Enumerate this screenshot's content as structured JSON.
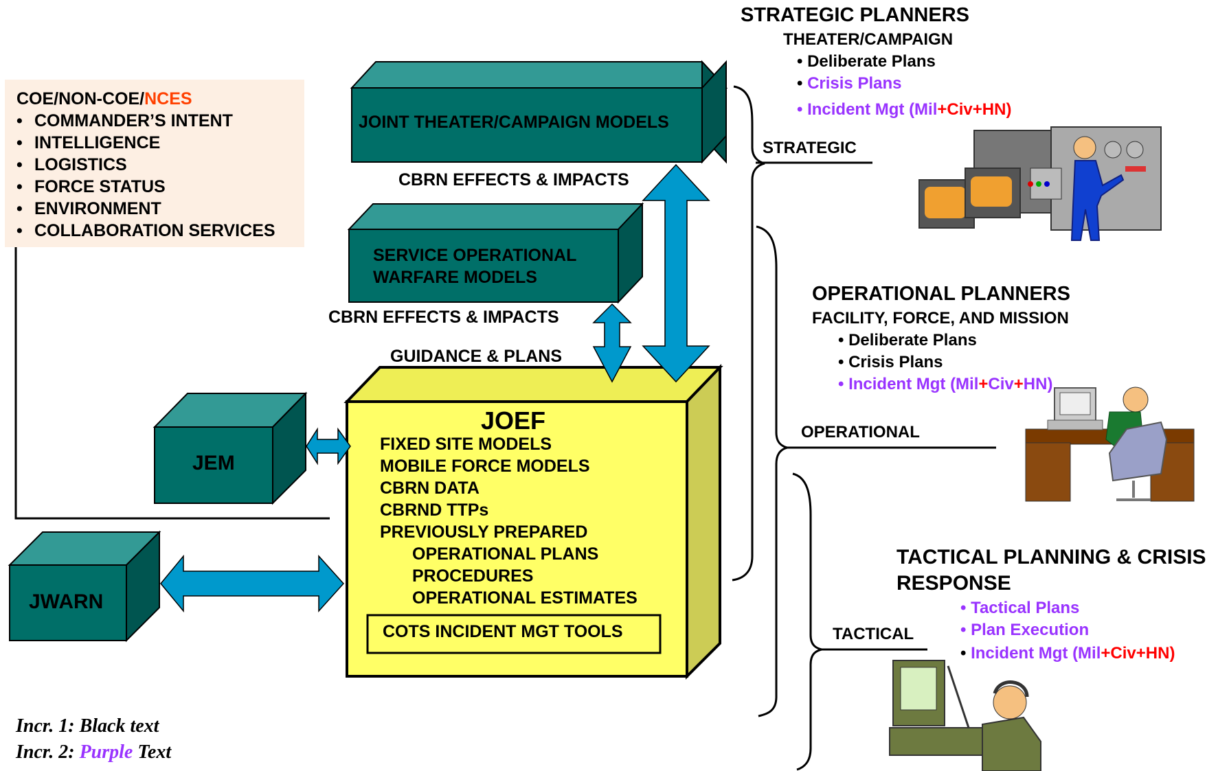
{
  "coe": {
    "title_black": "COE/NON-COE/",
    "title_red": "NCES",
    "items": [
      "COMMANDER’S INTENT",
      "INTELLIGENCE",
      "LOGISTICS",
      "FORCE STATUS",
      "ENVIRONMENT",
      "COLLABORATION SERVICES"
    ]
  },
  "boxes": {
    "joint": "JOINT THEATER/CAMPAIGN MODELS",
    "service_line1": "SERVICE OPERATIONAL",
    "service_line2": "WARFARE MODELS",
    "jem": "JEM",
    "jwarn": "JWARN"
  },
  "flows": {
    "cbrn_top": "CBRN EFFECTS & IMPACTS",
    "cbrn_mid": "CBRN EFFECTS & IMPACTS",
    "guidance": "GUIDANCE & PLANS"
  },
  "joef": {
    "title": "JOEF",
    "lines": [
      "FIXED SITE MODELS",
      "MOBILE FORCE MODELS",
      "CBRN DATA",
      "CBRND TTPs",
      "PREVIOUSLY PREPARED"
    ],
    "sub_lines": [
      "OPERATIONAL PLANS",
      "PROCEDURES",
      "OPERATIONAL ESTIMATES"
    ],
    "cots": "COTS INCIDENT MGT TOOLS"
  },
  "strategic": {
    "title": "STRATEGIC PLANNERS",
    "subtitle": "THEATER/CAMPAIGN",
    "items": [
      "Deliberate Plans",
      "Crisis Plans"
    ],
    "incident_purple": "Incident Mgt (Mil",
    "incident_plus1": "+",
    "incident_civ": "Civ",
    "incident_plus2": "+",
    "incident_hn": "HN)",
    "level_label": "STRATEGIC"
  },
  "operational": {
    "title": "OPERATIONAL PLANNERS",
    "subtitle": "FACILITY, FORCE, AND MISSION",
    "items": [
      "Deliberate Plans",
      "Crisis Plans"
    ],
    "incident_purple": "Incident Mgt (Mil",
    "incident_plus1": "+",
    "incident_civ": "Civ",
    "incident_plus2": "+",
    "incident_hn": "HN)",
    "level_label": "OPERATIONAL"
  },
  "tactical": {
    "title_line1": "TACTICAL PLANNING & CRISIS",
    "title_line2": "RESPONSE",
    "items": [
      "Tactical Plans",
      "Plan Execution"
    ],
    "incident_purple": "Incident Mgt (Mil",
    "incident_plus1": "+",
    "incident_civ": "Civ",
    "incident_plus2": "+",
    "incident_hn": "HN)",
    "level_label": "TACTICAL"
  },
  "legend": {
    "line1": "Incr. 1: Black text",
    "line2_prefix": "Incr. 2: ",
    "line2_purple": "Purple",
    "line2_suffix": " Text"
  },
  "colors": {
    "box_front": "#006f68",
    "box_top": "#339a95",
    "box_side": "#005550",
    "joef_front": "#ffff66",
    "arrow": "#0099cc",
    "purple": "#9933ff",
    "red": "#ff0000"
  }
}
